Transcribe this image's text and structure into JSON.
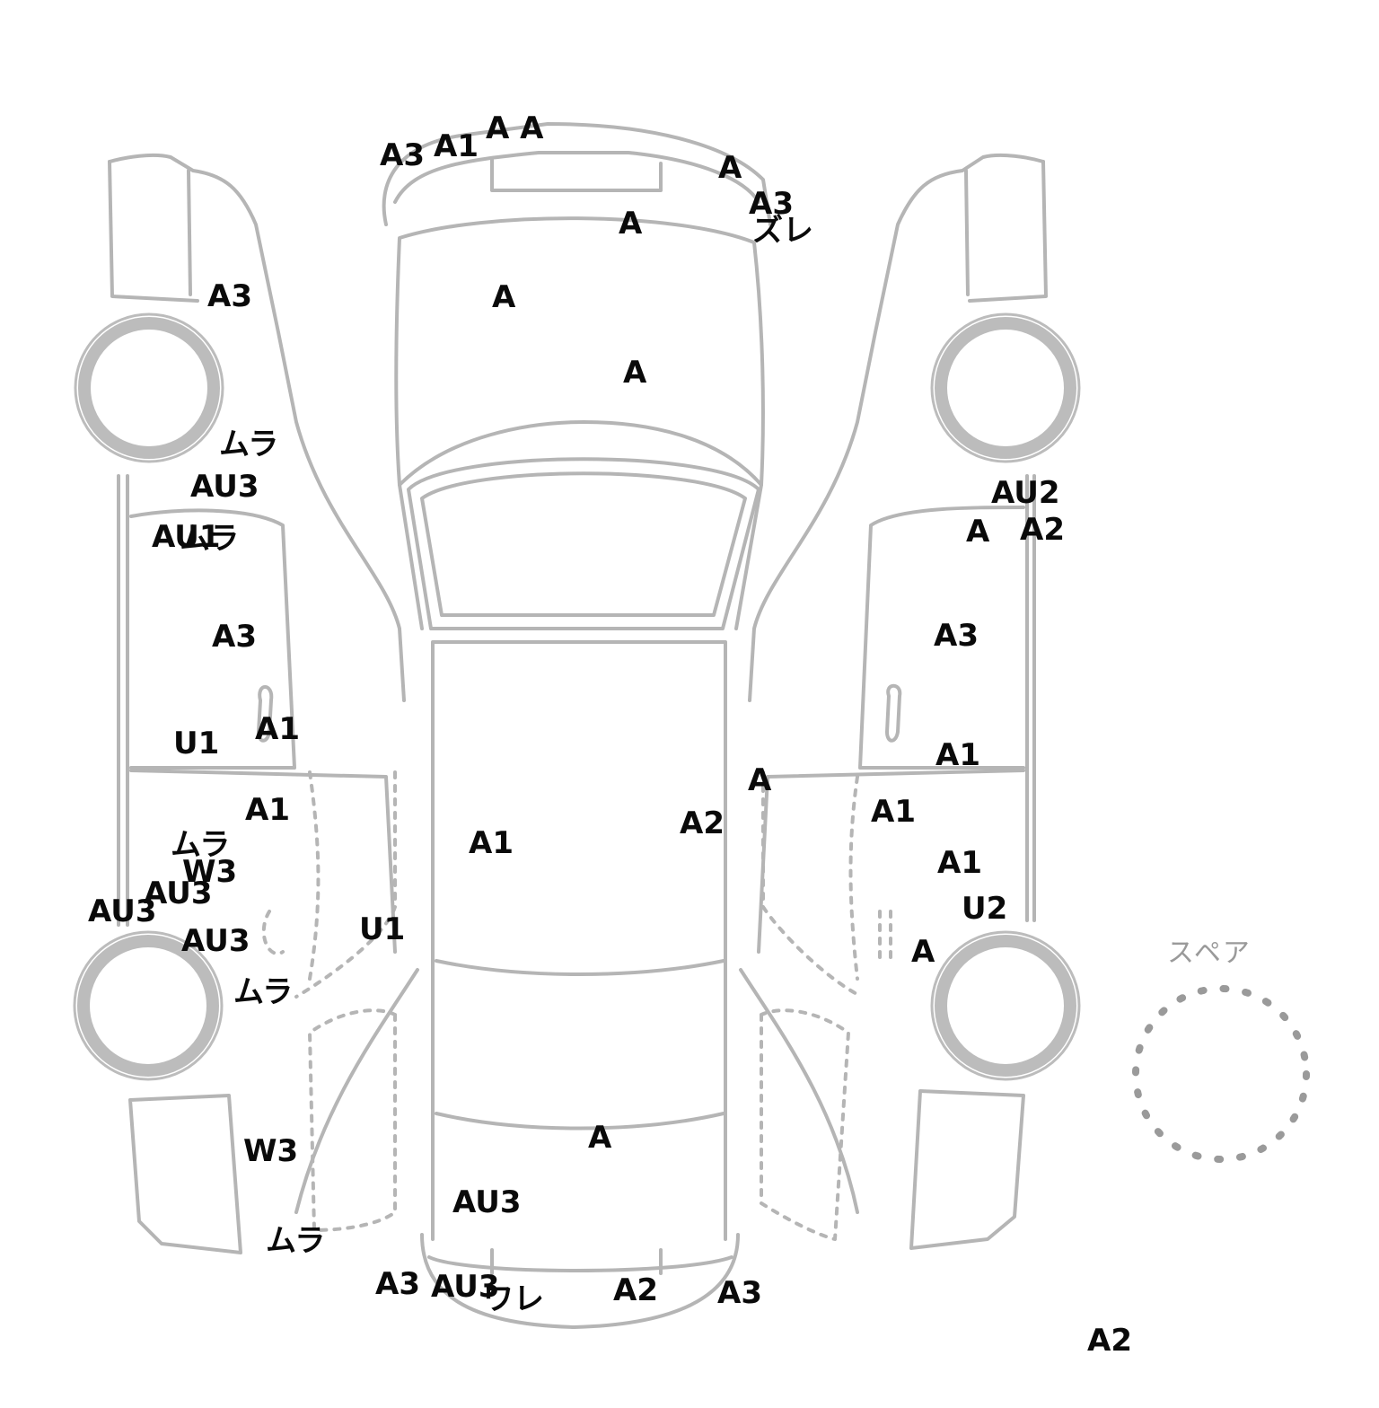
{
  "diagram": {
    "spare_label": "スペア",
    "line_color": "#b5b5b5",
    "tire_color": "#bcbcbc",
    "label_color": "#0a0a0a"
  },
  "marks": {
    "front_bumper": [
      "A3",
      "A1",
      "A A",
      "A",
      "A3",
      "ズレ"
    ],
    "hood": [
      "A",
      "A",
      "A"
    ],
    "roof": [
      "A1"
    ],
    "trunk": [
      "A",
      "AU3"
    ],
    "rear_bumper": [
      "A3",
      "AU3",
      "ワレ",
      "A2",
      "A3"
    ],
    "left_front_fender": [
      "A3",
      "ムラ",
      "AU3"
    ],
    "left_front_door": [
      "AU1",
      "ムラ",
      "A3",
      "U1",
      "A1"
    ],
    "left_rear_door": [
      "A1",
      "ムラ",
      "W3",
      "AU3",
      "AU3",
      "AU3"
    ],
    "left_sill": [
      "U1"
    ],
    "left_rear_quarter": [
      "ムラ",
      "W3",
      "ムラ"
    ],
    "right_front_fender": [
      "AU2",
      "A",
      "A2"
    ],
    "right_front_door": [
      "A3",
      "A1"
    ],
    "right_pillar": [
      "A",
      "A2"
    ],
    "right_rear_door": [
      "A1",
      "A1",
      "U2",
      "A"
    ],
    "spare": [
      "A2"
    ]
  }
}
